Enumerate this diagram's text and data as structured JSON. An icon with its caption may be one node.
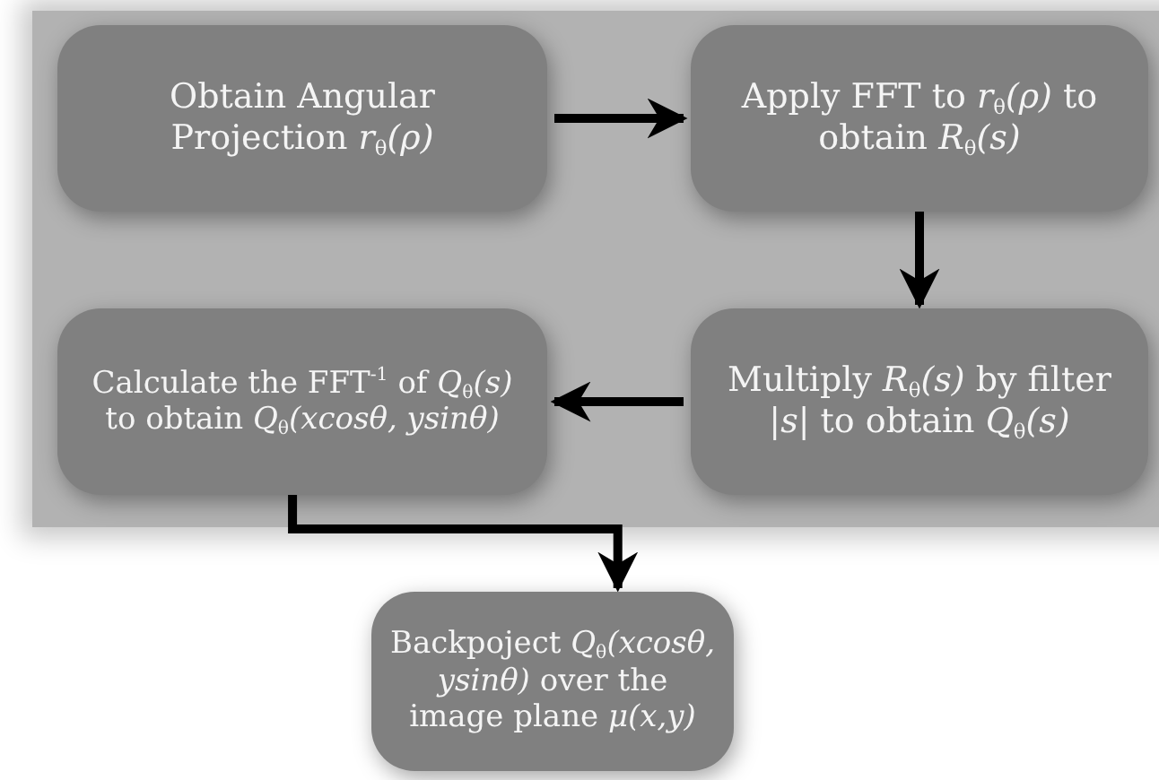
{
  "diagram": {
    "nodes": [
      {
        "text": [
          "Obtain Angular Projection *r*$_{θ}$*(ρ)*"
        ]
      },
      {
        "text": [
          "Apply FFT to *r*$_{θ}$*(ρ)* to obtain *R*$_{θ}$*(s)*"
        ]
      },
      {
        "text": [
          "Multiply *R*$_{θ}$*(s)* by filter |*s*| to obtain *Q*$_{θ}$*(s)*"
        ]
      },
      {
        "text": [
          "Calculate the FFT$^{-1}$ of *Q*$_{θ}$*(s)* to obtain *Q*$_{θ}$*(xcosθ, ysinθ)*"
        ]
      },
      {
        "text": [
          "Backpoject *Q*$_{θ}$*(xcosθ, ysinθ)* over the image plane *μ(x,y)*"
        ]
      }
    ],
    "edges": [
      {
        "from": 0,
        "to": 1,
        "arrow": "to"
      },
      {
        "from": 1,
        "to": 2,
        "arrow": "to"
      },
      {
        "from": 2,
        "to": 3,
        "arrow": "to"
      },
      {
        "from": 3,
        "to": 4,
        "arrow": "to"
      }
    ]
  }
}
